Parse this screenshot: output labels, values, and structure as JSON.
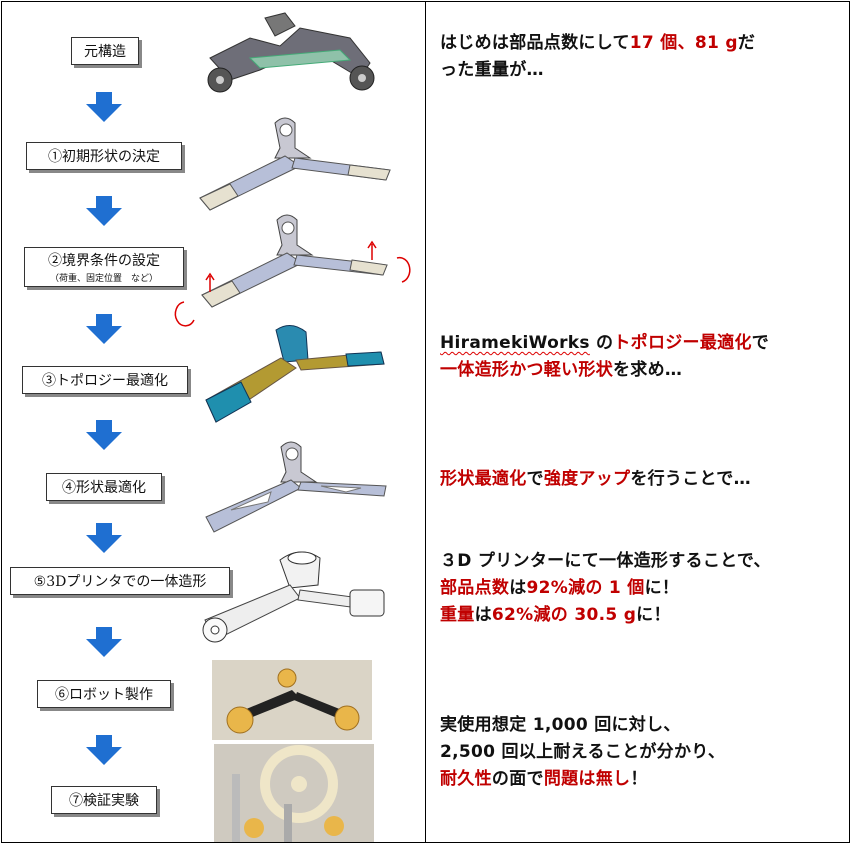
{
  "steps": [
    {
      "label": "元構造"
    },
    {
      "label": "①初期形状の決定"
    },
    {
      "label": "②境界条件の設定",
      "sub": "（荷重、固定位置　など）"
    },
    {
      "label": "③トポロジー最適化"
    },
    {
      "label": "④形状最適化"
    },
    {
      "label": "⑤3Dプリンタでの一体造形"
    },
    {
      "label": "⑥ロボット製作"
    },
    {
      "label": "⑦検証実験"
    }
  ],
  "notes": {
    "n1": {
      "a": "はじめは部品点数にして",
      "b": "17 個、81 g",
      "c": "だ",
      "d": "った重量が…"
    },
    "n2": {
      "a": "HiramekiWorks",
      "b": " の",
      "c": "トポロジー最適化",
      "d": "で",
      "e": "一体造形かつ軽い形状",
      "f": "を求め…"
    },
    "n3": {
      "a": "形状最適化",
      "b": "で",
      "c": "強度アップ",
      "d": "を行うことで…"
    },
    "n4": {
      "a": "３D プリンターにて一体造形することで、",
      "b": "部品点数",
      "c": "は",
      "d": "92%減の 1 個",
      "e": "に！",
      "f": "重量",
      "g": "は",
      "h": "62%減の 30.5 g",
      "i": "に！"
    },
    "n5": {
      "a": "実使用想定 1,000 回に対し、",
      "b": "2,500 回以上耐えることが分かり、",
      "c": "耐久性",
      "d": "の面で",
      "e": "問題は無し",
      "f": "！"
    }
  },
  "colors": {
    "accent_red": "#c00000",
    "arrow_blue": "#1f6fd1"
  },
  "icons": [
    "down-arrow-icon"
  ]
}
